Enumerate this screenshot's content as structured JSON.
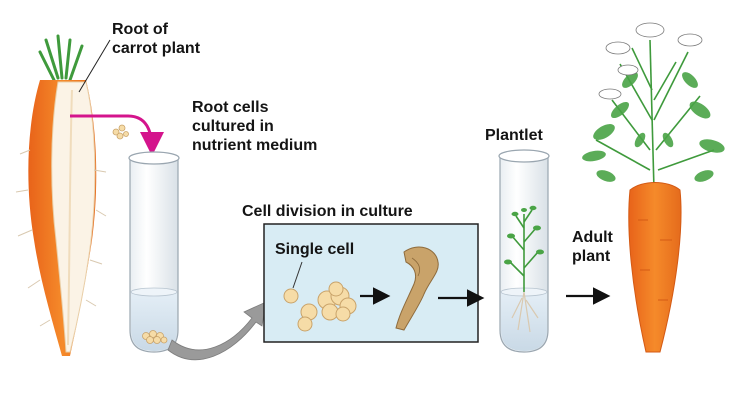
{
  "labels": {
    "root_of_carrot": [
      "Root of",
      "carrot plant"
    ],
    "root_cells": [
      "Root cells",
      "cultured in",
      "nutrient medium"
    ],
    "cell_division": "Cell division in culture",
    "single_cell": "Single cell",
    "plantlet": "Plantlet",
    "adult_plant": [
      "Adult",
      "plant"
    ]
  },
  "colors": {
    "carrot_orange": "#f07a1e",
    "cut_face": "#fbf3e6",
    "greens": "#3f9a3c",
    "leader_line": "#d4148c",
    "culture_box": "#d8ecf4",
    "callus": "#c9a36a",
    "cell_clump": "#f6dca7",
    "arrow": "#111111",
    "curved_arrow": "#9a9a9a"
  }
}
